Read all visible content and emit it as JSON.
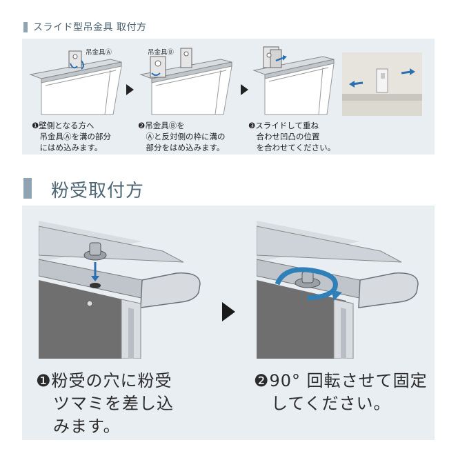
{
  "section1": {
    "title": "スライド型吊金具 取付方",
    "steps": [
      {
        "caption": "❶壁側となる方へ\n　吊金具Ⓐを溝の部分\n　にはめ込みます。",
        "label": "吊金具Ⓐ"
      },
      {
        "caption": "❷吊金具Ⓑを\n　Ⓐと反対側の枠に溝の\n　部分をはめ込みます。",
        "label": "吊金具Ⓑ"
      },
      {
        "caption": "❸スライドして重ね\n　合わせ凹凸の位置\n　を合わせてください。"
      }
    ]
  },
  "section2": {
    "title": "粉受取付方",
    "steps": [
      {
        "caption": "❶粉受の穴に粉受\n　ツマミを差し込\n　みます。"
      },
      {
        "caption": "❷90° 回転させて固定\n　してください。"
      }
    ]
  },
  "colors": {
    "accent": "#8fa3b2",
    "panel": "#e9eef3",
    "rotate_arrow": "#2f7fb8",
    "slide_arrow": "#2a6fb0"
  },
  "icons": [
    "next-step-arrow",
    "rotate-arrow-icon",
    "slide-arrow-icon",
    "down-arrow-icon"
  ]
}
